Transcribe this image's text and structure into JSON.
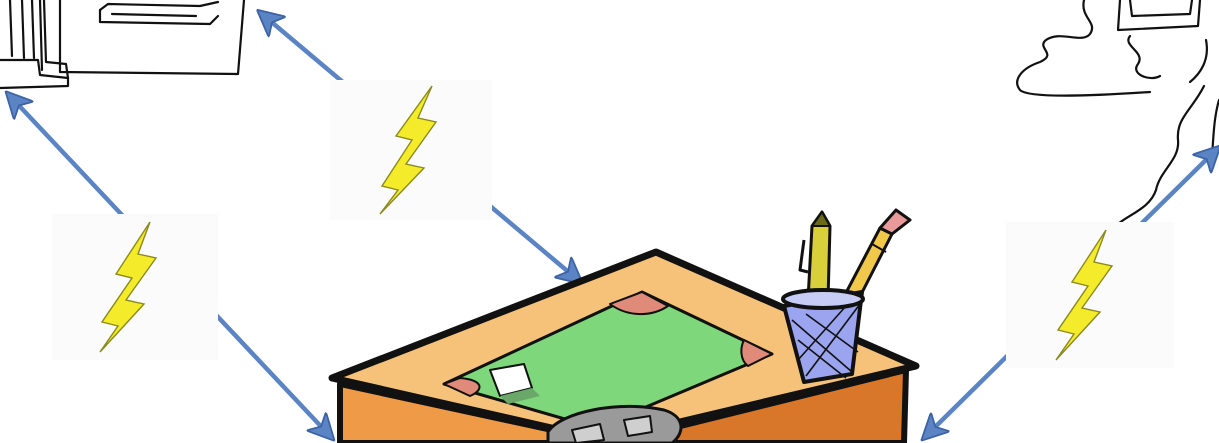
{
  "diagram": {
    "nodes": [
      {
        "id": "building-left",
        "icon": "building-sketch-icon"
      },
      {
        "id": "house-right",
        "icon": "house-path-sketch-icon"
      },
      {
        "id": "desk",
        "icon": "office-desk-icon"
      },
      {
        "id": "pencil-cup",
        "icon": "pencil-cup-icon"
      },
      {
        "id": "telephone",
        "icon": "telephone-icon"
      }
    ],
    "connections": [
      {
        "from": "desk",
        "to": "building-left",
        "style": "double-arrow",
        "marker": "lightning-bolt-icon"
      },
      {
        "from": "desk",
        "to": "building-left",
        "style": "double-arrow",
        "marker": "lightning-bolt-icon"
      },
      {
        "from": "desk",
        "to": "house-right",
        "style": "double-arrow",
        "marker": "lightning-bolt-icon"
      }
    ],
    "colors": {
      "arrow": "#5b84c4",
      "arrow_outline": "#3d63a6",
      "bolt_fill": "#f4ec2a",
      "bolt_stroke": "#8a8a20",
      "desk_top": "#f6c27a",
      "desk_side": "#ef9a46",
      "blotter": "#7ed77a",
      "corners": "#e08a7a",
      "cup": "#9aa4ef",
      "sketch_line": "#111111"
    }
  }
}
